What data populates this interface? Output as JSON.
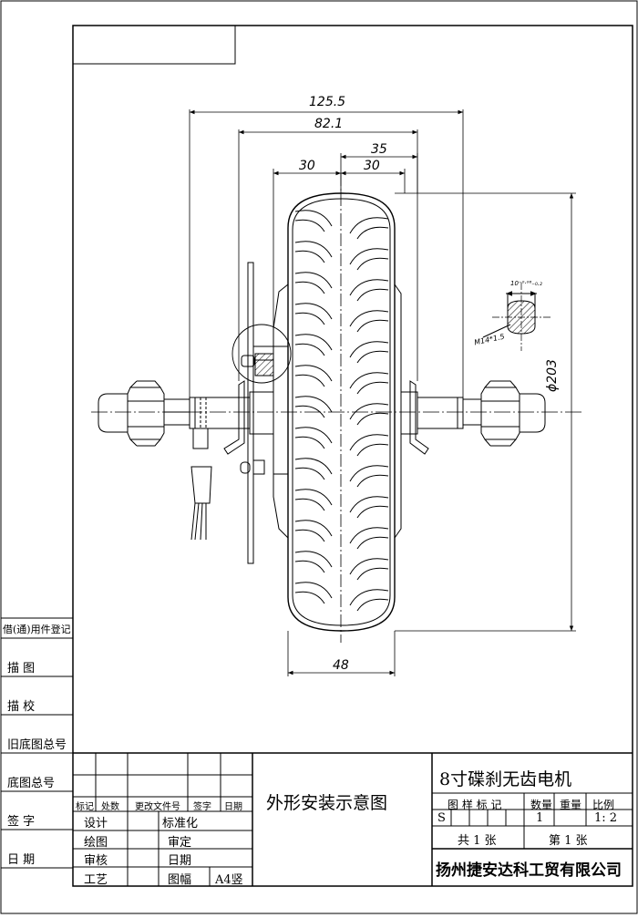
{
  "drawing": {
    "dimensions": {
      "overall_width": "125.5",
      "tire_span": "82.1",
      "right_offset": "35",
      "left_half": "30",
      "right_half": "30",
      "tread_width": "48",
      "diameter": "ϕ203",
      "thread": "M14*1.5",
      "flat_tolerance": "10⁻⁰·⁰⁶₋₀.₂"
    }
  },
  "side_panel": {
    "items": [
      "借(通)用件登记",
      "描  图",
      "描  校",
      "旧底图总号",
      "底图总号",
      "签  字",
      "日  期"
    ]
  },
  "title_block": {
    "revision_headers": [
      "标记",
      "处数",
      "更改文件号",
      "签字",
      "日期"
    ],
    "roles": {
      "design": "设计",
      "drafting": "绘图",
      "review": "审核",
      "process": "工艺",
      "standardization": "标准化",
      "approval": "审定",
      "date": "日期",
      "sheet_size_label": "图幅",
      "sheet_size": "A4竖"
    },
    "drawing_name": "外形安装示意图",
    "product_name": "8寸碟刹无齿电机",
    "stage_header": "图  样  标  记",
    "stage_mark": "S",
    "quantity_header": "数量",
    "quantity": "1",
    "weight_header": "重量",
    "scale_header": "比例",
    "scale": "1: 2",
    "total_sheets": "共 1 张",
    "sheet_no": "第 1 张",
    "company": "扬州捷安达科工贸有限公司"
  }
}
